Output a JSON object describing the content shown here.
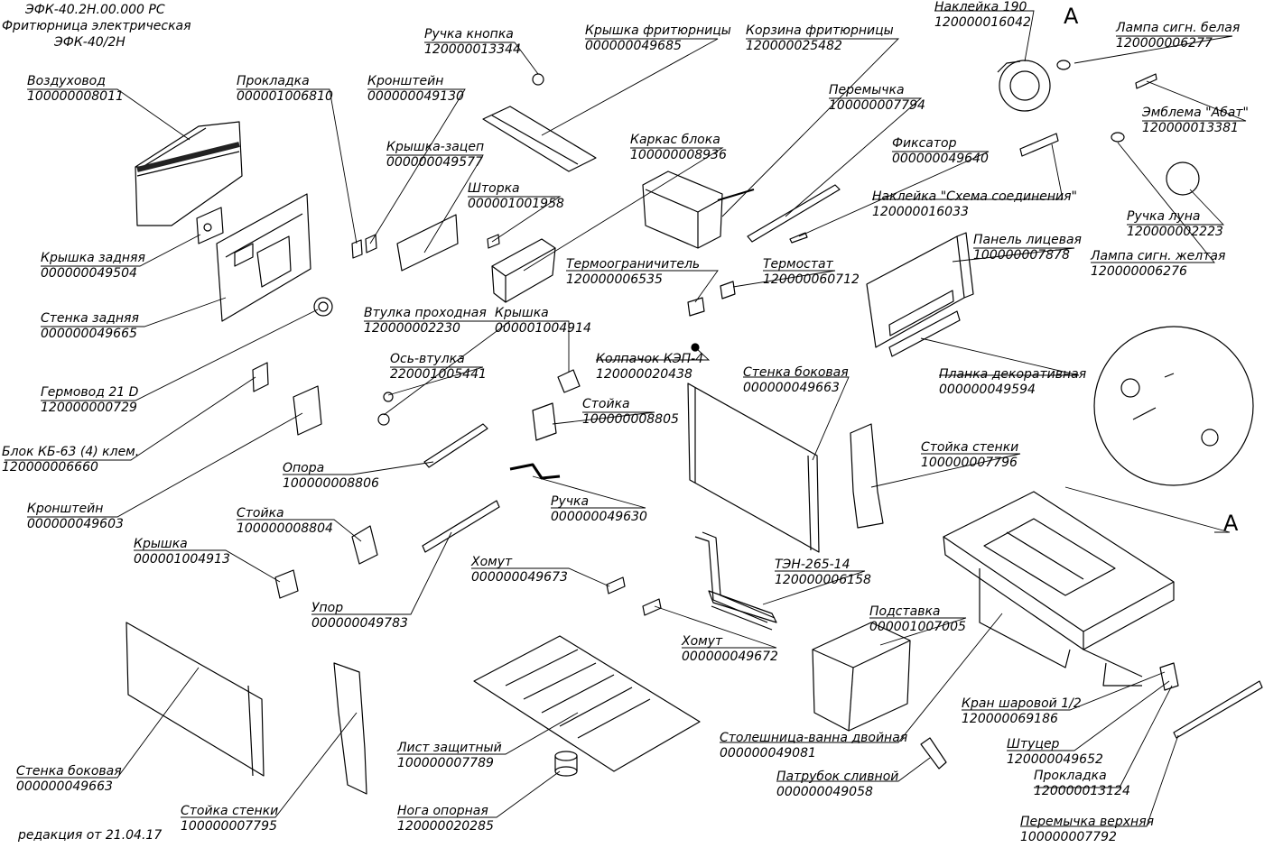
{
  "header": {
    "line1": "ЭФК-40.2Н.00.000 РС",
    "line2": "Фритюрница электрическая",
    "line3": "ЭФК-40/2Н"
  },
  "footer": "редакция от 21.04.17",
  "view_mark": "А",
  "parts": [
    {
      "id": "vozdukhovod",
      "name": "Воздуховод",
      "code": "100000008011"
    },
    {
      "id": "kryshka-zadnyaya",
      "name": "Крышка задняя",
      "code": "000000049504"
    },
    {
      "id": "stenka-zadnyaya",
      "name": "Стенка задняя",
      "code": "000000049665"
    },
    {
      "id": "germovod",
      "name": "Гермовод 21 D",
      "code": "120000000729"
    },
    {
      "id": "blok-kb63",
      "name": "Блок КБ-63 (4) клем.",
      "code": "120000006660"
    },
    {
      "id": "kronshtein-49603",
      "name": "Кронштейн",
      "code": "000000049603"
    },
    {
      "id": "prokladka-1006810",
      "name": "Прокладка",
      "code": "000001006810"
    },
    {
      "id": "kronshtein-49130",
      "name": "Кронштейн",
      "code": "000000049130"
    },
    {
      "id": "kryshka-zatsep",
      "name": "Крышка-зацеп",
      "code": "000000049577"
    },
    {
      "id": "shtorka",
      "name": "Шторка",
      "code": "000001001958"
    },
    {
      "id": "ruchka-knopka",
      "name": "Ручка кнопка",
      "code": "120000013344"
    },
    {
      "id": "kryshka-frityurnitsy",
      "name": "Крышка фритюрницы",
      "code": "000000049685"
    },
    {
      "id": "karkas-bloka",
      "name": "Каркас блока",
      "code": "100000008936"
    },
    {
      "id": "korzina",
      "name": "Корзина фритюрницы",
      "code": "120000025482"
    },
    {
      "id": "peremychka",
      "name": "Перемычка",
      "code": "100000007794"
    },
    {
      "id": "fiksator",
      "name": "Фиксатор",
      "code": "000000049640"
    },
    {
      "id": "naklejka-skhema",
      "name": "Наклейка \"Схема соединения\"",
      "code": "120000016033"
    },
    {
      "id": "naklejka-190",
      "name": "Наклейка 190",
      "code": "120000016042"
    },
    {
      "id": "lampa-belaya",
      "name": "Лампа сигн. белая",
      "code": "120000006277"
    },
    {
      "id": "emblema",
      "name": "Эмблема \"Абат\"",
      "code": "120000013381"
    },
    {
      "id": "ruchka-luna",
      "name": "Ручка луна",
      "code": "120000002223"
    },
    {
      "id": "lampa-zheltaya",
      "name": "Лампа сигн. желтая",
      "code": "120000006276"
    },
    {
      "id": "panel-litsevaya",
      "name": "Панель лицевая",
      "code": "100000007878"
    },
    {
      "id": "planka",
      "name": "Планка декоративная",
      "code": "000000049594"
    },
    {
      "id": "termoogranichitel",
      "name": "Термоограничитель",
      "code": "120000006535"
    },
    {
      "id": "termostat",
      "name": "Термостат",
      "code": "120000060712"
    },
    {
      "id": "vtulka-prokhodnaya",
      "name": "Втулка проходная",
      "code": "120000002230"
    },
    {
      "id": "os-vtulka",
      "name": "Ось-втулка",
      "code": "220001005441"
    },
    {
      "id": "kryshka-1004914",
      "name": "Крышка",
      "code": "000001004914"
    },
    {
      "id": "kolpachok",
      "name": "Колпачок КЭП-4",
      "code": "120000020438"
    },
    {
      "id": "stoika-8805",
      "name": "Стойка",
      "code": "100000008805"
    },
    {
      "id": "stenka-bokovaya-top",
      "name": "Стенка боковая",
      "code": "000000049663"
    },
    {
      "id": "stoika-stenki-7796",
      "name": "Стойка стенки",
      "code": "100000007796"
    },
    {
      "id": "opora",
      "name": "Опора",
      "code": "100000008806"
    },
    {
      "id": "ruchka-49630",
      "name": "Ручка",
      "code": "000000049630"
    },
    {
      "id": "stoika-8804",
      "name": "Стойка",
      "code": "100000008804"
    },
    {
      "id": "kryshka-1004913",
      "name": "Крышка",
      "code": "000001004913"
    },
    {
      "id": "upor",
      "name": "Упор",
      "code": "000000049783"
    },
    {
      "id": "khomut-49673",
      "name": "Хомут",
      "code": "000000049673"
    },
    {
      "id": "ten",
      "name": "ТЭН-265-14",
      "code": "120000006158"
    },
    {
      "id": "khomut-49672",
      "name": "Хомут",
      "code": "000000049672"
    },
    {
      "id": "podstavka",
      "name": "Подставка",
      "code": "000001007005"
    },
    {
      "id": "stenka-bokovaya-bottom",
      "name": "Стенка боковая",
      "code": "000000049663"
    },
    {
      "id": "stoika-stenki-7795",
      "name": "Стойка стенки",
      "code": "100000007795"
    },
    {
      "id": "list-zashchitny",
      "name": "Лист защитный",
      "code": "100000007789"
    },
    {
      "id": "noga",
      "name": "Нога опорная",
      "code": "120000020285"
    },
    {
      "id": "stoleshnitsa",
      "name": "Столешница-ванна двойная",
      "code": "000000049081"
    },
    {
      "id": "patrubok",
      "name": "Патрубок сливной",
      "code": "000000049058"
    },
    {
      "id": "kran",
      "name": "Кран шаровой 1/2",
      "code": "120000069186"
    },
    {
      "id": "shtutser",
      "name": "Штуцер",
      "code": "120000049652"
    },
    {
      "id": "prokladka-13124",
      "name": "Прокладка",
      "code": "120000013124"
    },
    {
      "id": "peremychka-verkhnyaya",
      "name": "Перемычка верхняя",
      "code": "100000007792"
    }
  ]
}
